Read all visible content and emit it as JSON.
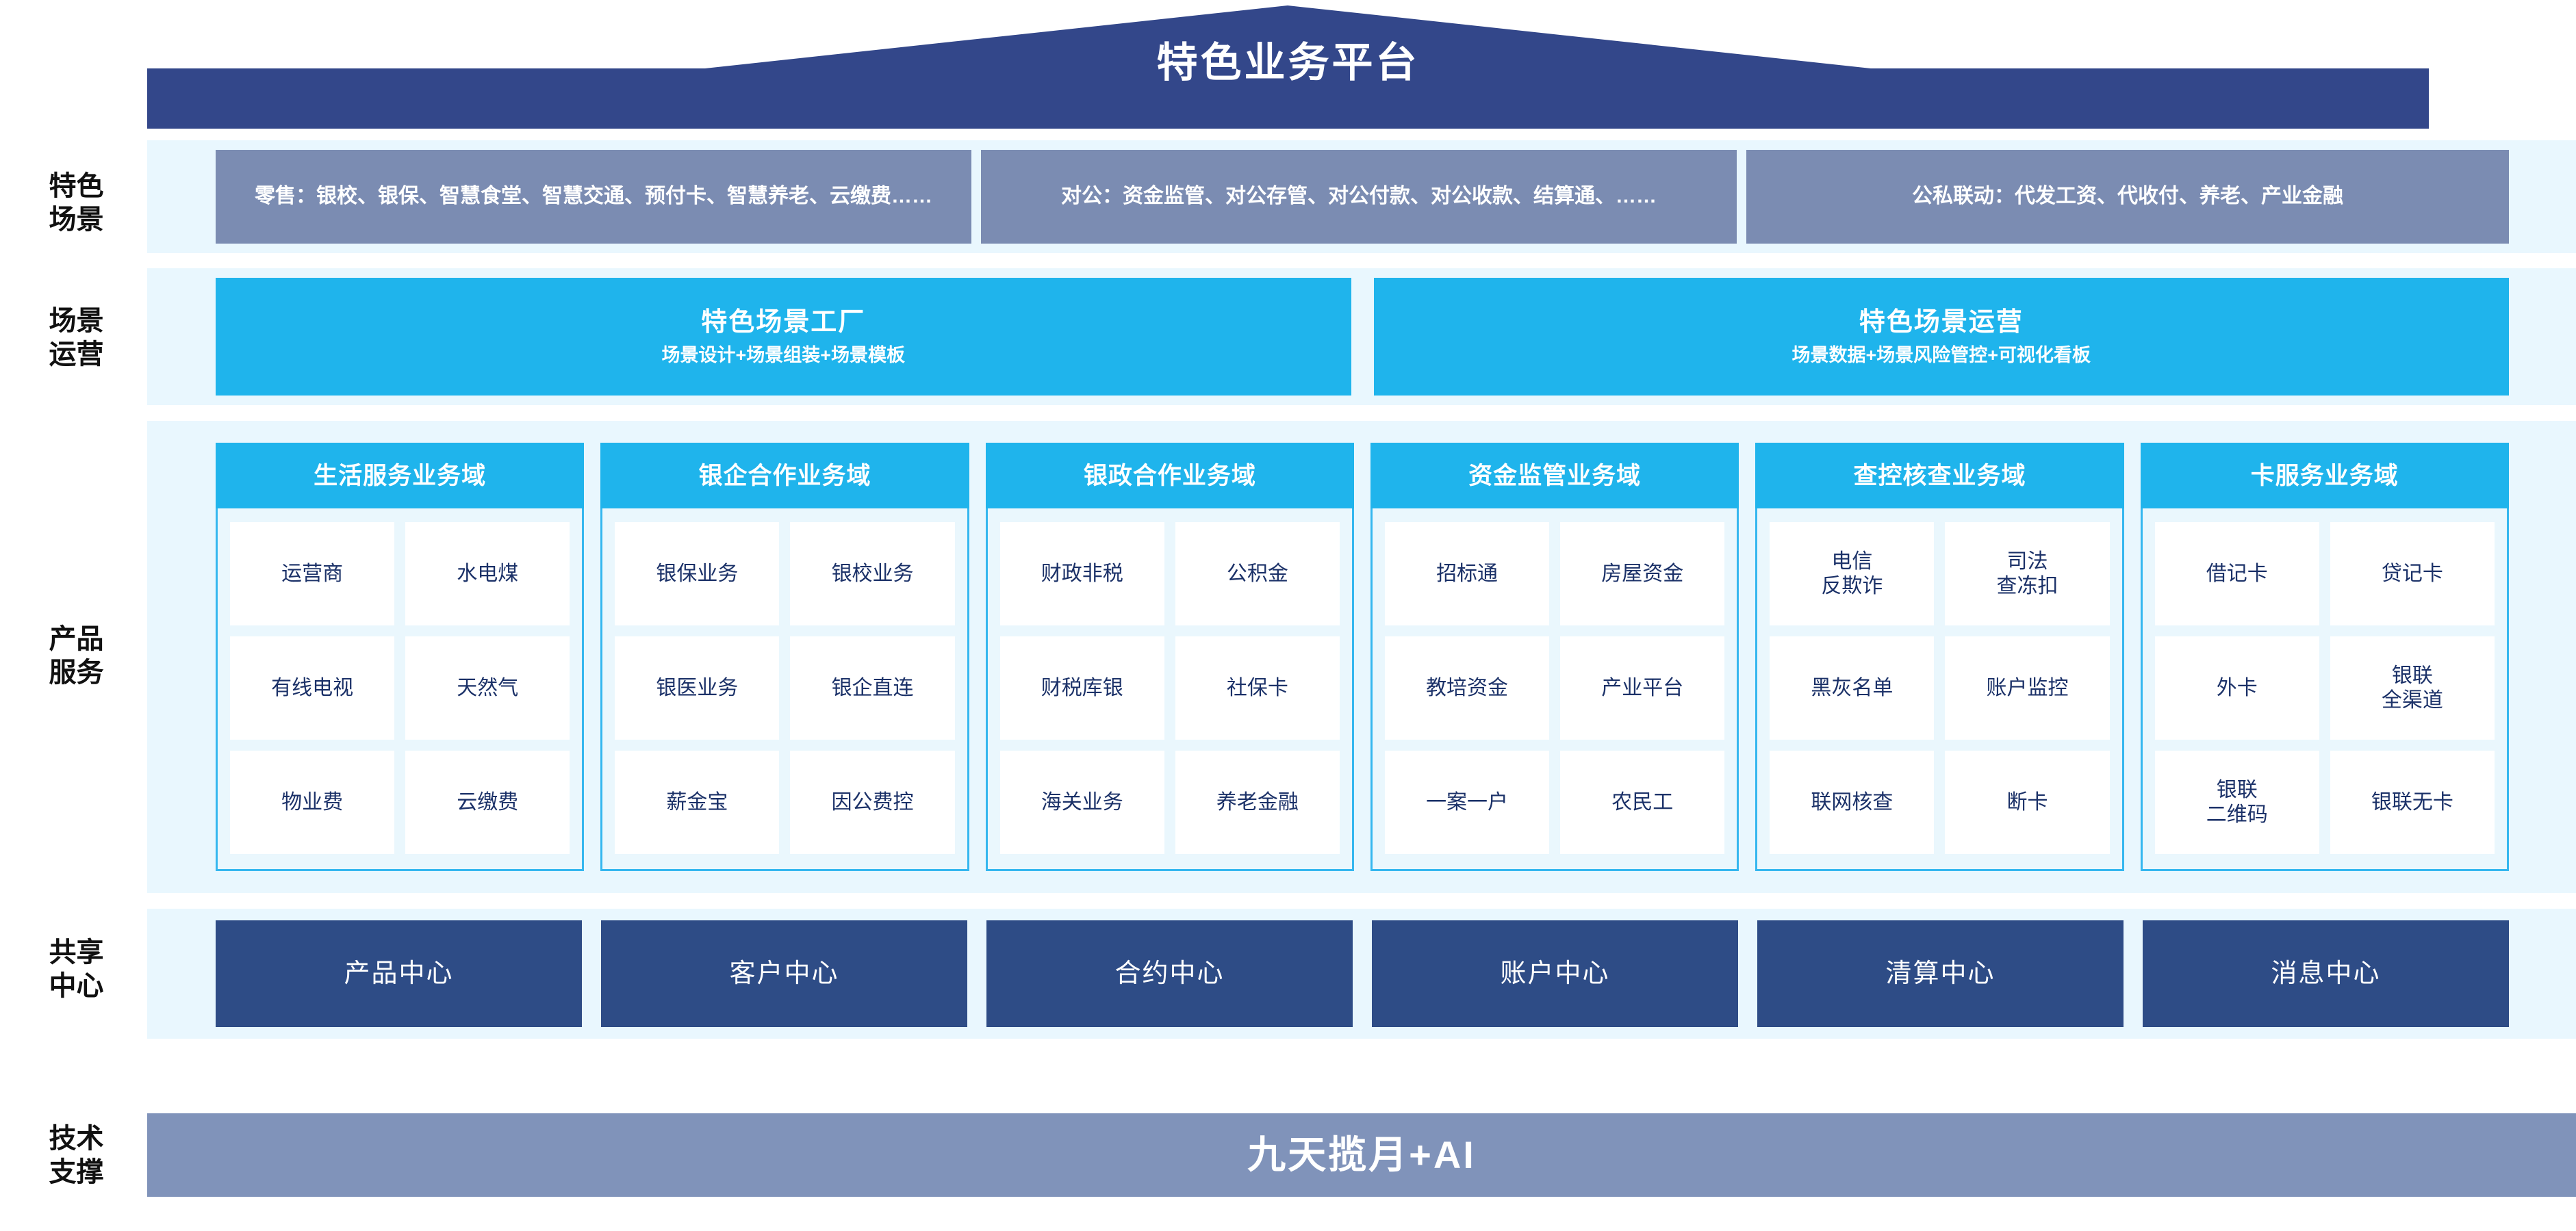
{
  "header": {
    "title": "特色业务平台",
    "roof_color": "#33478a",
    "title_color": "#ffffff"
  },
  "palette": {
    "band_bg": "#e9f7fe",
    "scenario_box": "#7b8cb2",
    "cyan": "#1fb4ec",
    "navy": "#2e4c86",
    "tech_bar": "#8093ba",
    "cell_text": "#1b3168"
  },
  "rail_labels": [
    {
      "name": "scenario",
      "text": "特色\n场景"
    },
    {
      "name": "operation",
      "text": "场景\n运营"
    },
    {
      "name": "products",
      "text": "产品\n服务"
    },
    {
      "name": "centers",
      "text": "共享\n中心"
    },
    {
      "name": "tech",
      "text": "技术\n支撑"
    }
  ],
  "scenario_row": {
    "boxes": [
      {
        "label": "零售：银校、银保、智慧食堂、智慧交通、预付卡、智慧养老、云缴费……"
      },
      {
        "label": "对公：资金监管、对公存管、对公付款、对公收款、结算通、……"
      },
      {
        "label": "公私联动：代发工资、代收付、养老、产业金融"
      }
    ]
  },
  "operation_row": {
    "boxes": [
      {
        "title": "特色场景工厂",
        "subtitle": "场景设计+场景组装+场景模板"
      },
      {
        "title": "特色场景运营",
        "subtitle": "场景数据+场景风险管控+可视化看板"
      }
    ]
  },
  "product_row": {
    "columns": [
      {
        "title": "生活服务业务域",
        "cells": [
          "运营商",
          "水电煤",
          "有线电视",
          "天然气",
          "物业费",
          "云缴费"
        ]
      },
      {
        "title": "银企合作业务域",
        "cells": [
          "银保业务",
          "银校业务",
          "银医业务",
          "银企直连",
          "薪金宝",
          "因公费控"
        ]
      },
      {
        "title": "银政合作业务域",
        "cells": [
          "财政非税",
          "公积金",
          "财税库银",
          "社保卡",
          "海关业务",
          "养老金融"
        ]
      },
      {
        "title": "资金监管业务域",
        "cells": [
          "招标通",
          "房屋资金",
          "教培资金",
          "产业平台",
          "一案一户",
          "农民工"
        ]
      },
      {
        "title": "查控核查业务域",
        "cells": [
          "电信\n反欺诈",
          "司法\n查冻扣",
          "黑灰名单",
          "账户监控",
          "联网核查",
          "断卡"
        ]
      },
      {
        "title": "卡服务业务域",
        "cells": [
          "借记卡",
          "贷记卡",
          "外卡",
          "银联\n全渠道",
          "银联\n二维码",
          "银联无卡"
        ]
      }
    ]
  },
  "center_row": {
    "boxes": [
      {
        "label": "产品中心"
      },
      {
        "label": "客户中心"
      },
      {
        "label": "合约中心"
      },
      {
        "label": "账户中心"
      },
      {
        "label": "清算中心"
      },
      {
        "label": "消息中心"
      }
    ]
  },
  "tech_row": {
    "label": "九天揽月+AI"
  }
}
